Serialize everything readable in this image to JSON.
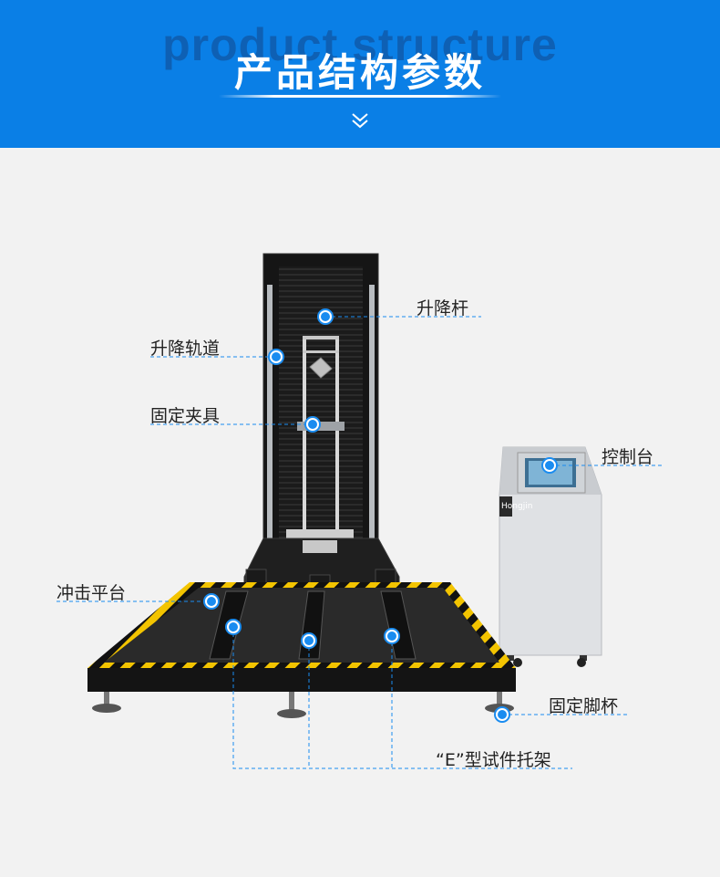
{
  "header": {
    "bg_word": "product structure",
    "title": "产品结构参数",
    "chevron_icon": "double-chevron-down-icon",
    "color": "#0a7fe6"
  },
  "logo_text": "Hongjin",
  "labels": {
    "lift_rod": "升降杆",
    "lift_rail": "升降轨道",
    "fixture": "固定夹具",
    "console": "控制台",
    "impact_platform": "冲击平台",
    "foot_cup": "固定脚杯",
    "e_tray": "“E”型试件托架"
  },
  "colors": {
    "marker": "#1a8cf0",
    "leader_line": "#1a8cf0",
    "hazard_yellow": "#f3c400"
  }
}
